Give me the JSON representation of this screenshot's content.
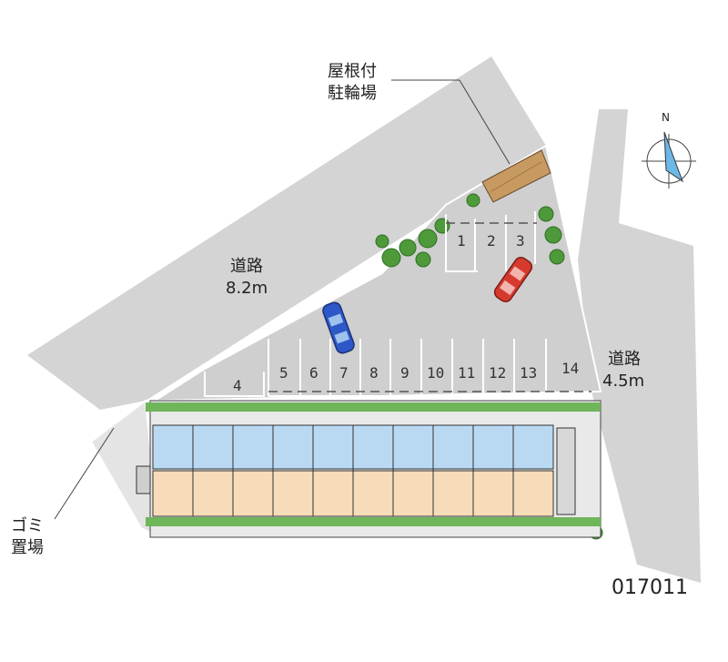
{
  "labels": {
    "bike_parking": [
      "屋根付",
      "駐輪場"
    ],
    "road_main": [
      "道路",
      "8.2m"
    ],
    "road_side": [
      "道路",
      "4.5m"
    ],
    "garbage": [
      "ゴミ",
      "置場"
    ],
    "north": "N",
    "property_id": "017011"
  },
  "parking_spaces": [
    "1",
    "2",
    "3",
    "4",
    "5",
    "6",
    "7",
    "8",
    "9",
    "10",
    "11",
    "12",
    "13",
    "14"
  ],
  "colors": {
    "road": "#d4d4d4",
    "building_upper": "#b9d9f3",
    "building_lower": "#f6dcb8",
    "greenery": "#4e9a3a",
    "bike_roof": "#c79a62",
    "car_blue": "#2d58c8",
    "car_red": "#d63a2e",
    "compass": "#6cb8e6"
  }
}
